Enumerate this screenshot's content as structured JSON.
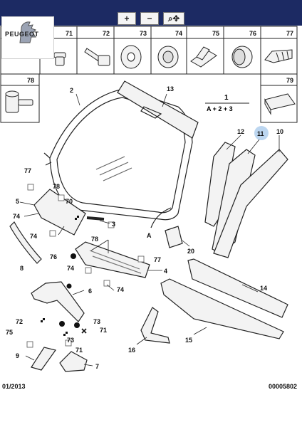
{
  "brand": {
    "name": "PEUGEOT"
  },
  "toolbar": {
    "zoom_in_label": "+",
    "zoom_out_label": "−",
    "zoom_fit_label": "⌕✥"
  },
  "legend_parts": [
    "71",
    "72",
    "73",
    "74",
    "75",
    "76",
    "77",
    "78",
    "79"
  ],
  "diagram_labels": [
    "1",
    "2",
    "3",
    "4",
    "5",
    "6",
    "7",
    "8",
    "9",
    "10",
    "11",
    "12",
    "13",
    "14",
    "15",
    "16",
    "20",
    "70",
    "71",
    "72",
    "73",
    "74",
    "75",
    "76",
    "77",
    "78",
    "A"
  ],
  "formula": {
    "part": "1",
    "expression": "A + 2 + 3"
  },
  "highlighted_part": "11",
  "footer": {
    "date": "01/2013",
    "reference": "00005802"
  },
  "colors": {
    "header": "#1c2a63",
    "highlight": "#bcd6f0",
    "line": "#222222"
  }
}
